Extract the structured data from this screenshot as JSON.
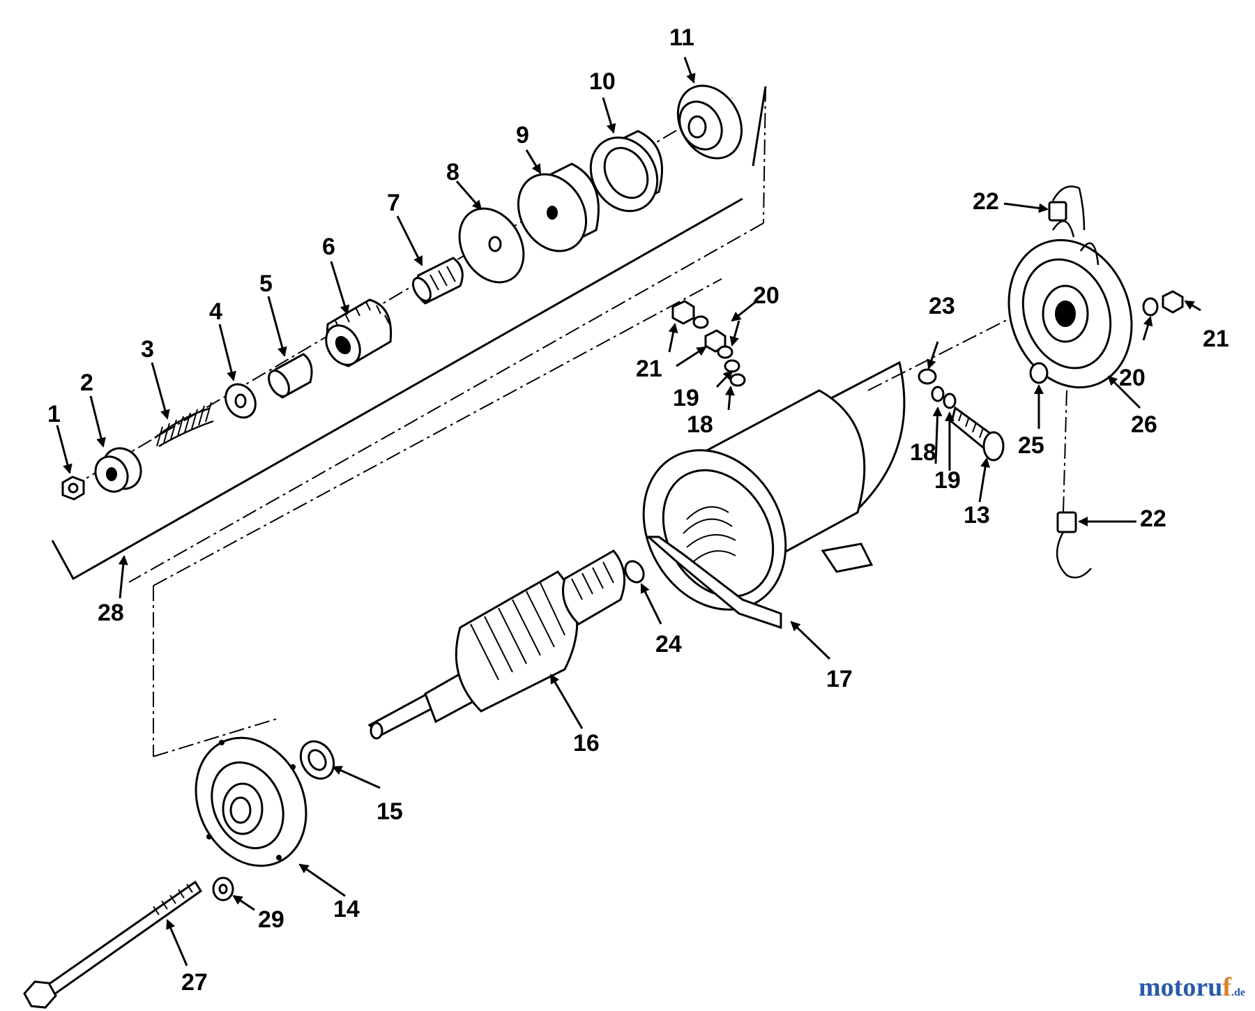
{
  "diagram": {
    "callouts": [
      "1",
      "2",
      "3",
      "4",
      "5",
      "6",
      "7",
      "8",
      "9",
      "10",
      "11",
      "13",
      "14",
      "15",
      "16",
      "17",
      "18",
      "19",
      "20",
      "21",
      "22",
      "23",
      "24",
      "25",
      "26",
      "27",
      "28",
      "29"
    ],
    "callout_labels": {
      "c1": "1",
      "c2": "2",
      "c3": "3",
      "c4": "4",
      "c5": "5",
      "c6": "6",
      "c7": "7",
      "c8": "8",
      "c9": "9",
      "c10": "10",
      "c11": "11",
      "c13": "13",
      "c14": "14",
      "c15": "15",
      "c16": "16",
      "c17": "17",
      "c18a": "18",
      "c18b": "18",
      "c19a": "19",
      "c19b": "19",
      "c20a": "20",
      "c20b": "20",
      "c21a": "21",
      "c21b": "21",
      "c22a": "22",
      "c22b": "22",
      "c23": "23",
      "c24": "24",
      "c25": "25",
      "c26": "26",
      "c27": "27",
      "c28": "28",
      "c29": "29"
    }
  },
  "watermark": {
    "main": "motoru",
    "accent": "f",
    "suffix": ".de"
  }
}
